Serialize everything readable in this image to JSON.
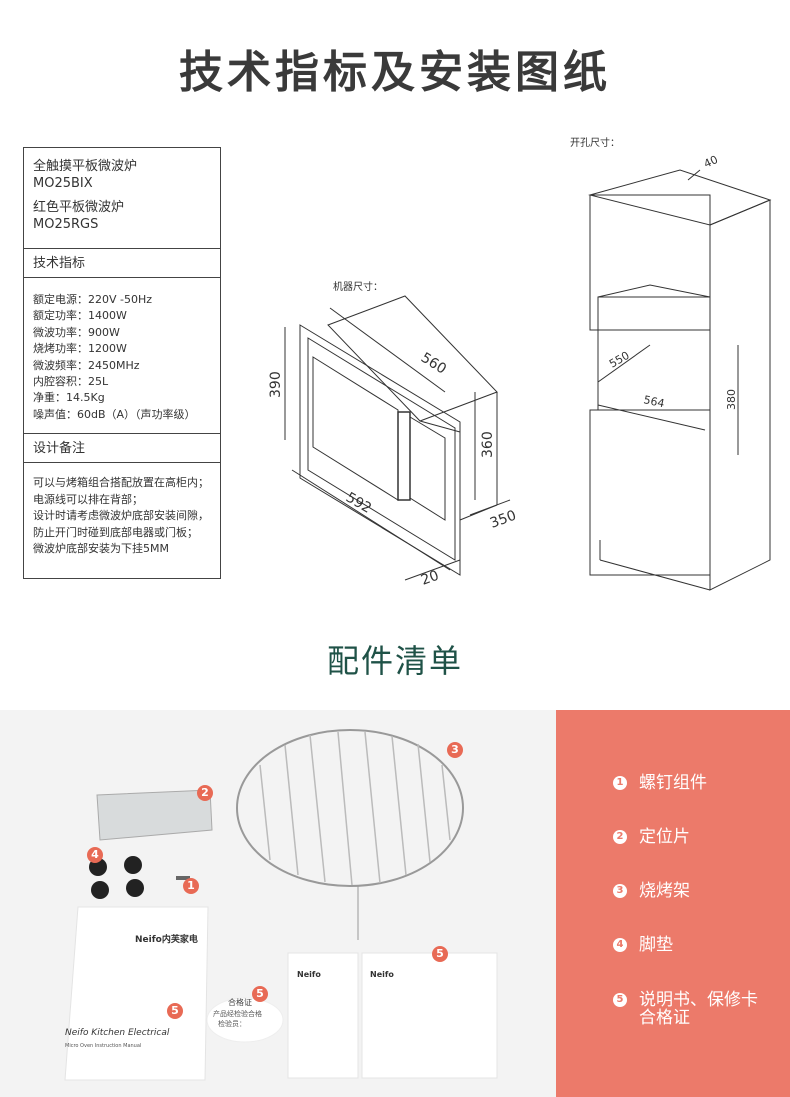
{
  "title": "技术指标及安装图纸",
  "spec_box": {
    "products": [
      {
        "name": "全触摸平板微波炉",
        "model": "MO25BIX"
      },
      {
        "name": "红色平板微波炉",
        "model": "MO25RGS"
      }
    ],
    "tech_heading": "技术指标",
    "specs": [
      "额定电源：220V -50Hz",
      "额定功率：1400W",
      "微波功率：900W",
      "烧烤功率：1200W",
      "微波频率：2450MHz",
      "内腔容积：25L",
      "净重：14.5Kg",
      "噪声值：60dB（A）（声功率级）"
    ],
    "notes_heading": "设计备注",
    "notes": [
      "可以与烤箱组合搭配放置在高柜内；",
      "电源线可以排在背部；",
      "设计时请考虑微波炉底部安装间隙，",
      "防止开门时碰到底部电器或门板；",
      "微波炉底部安装为下挂5MM"
    ]
  },
  "machine_drawing": {
    "label": "机器尺寸：",
    "dims": {
      "depth": "560",
      "height": "390",
      "inner_height": "360",
      "width": "592",
      "side": "350",
      "frame": "20"
    }
  },
  "cabinet_drawing": {
    "label": "开孔尺寸：",
    "dims": {
      "top": "40",
      "depth": "550",
      "width": "564",
      "height": "380"
    }
  },
  "accessories": {
    "title": "配件清单",
    "items": [
      {
        "num": "1",
        "label": "螺钉组件"
      },
      {
        "num": "2",
        "label": "定位片"
      },
      {
        "num": "3",
        "label": "烧烤架"
      },
      {
        "num": "4",
        "label": "脚垫"
      },
      {
        "num": "5",
        "label": "说明书、保修卡",
        "label2": "合格证"
      }
    ],
    "photo": {
      "manual_brand": "Neifo内芙家电",
      "manual_title": "Neifo Kitchen Electrical",
      "manual_sub": "Micro Oven Instruction Manual",
      "cert_title": "合格证",
      "cert_line1": "产品经检验合格",
      "cert_line2": "检验员：",
      "card_brand": "Neifo"
    },
    "panel_color": "#ec7a6a"
  }
}
